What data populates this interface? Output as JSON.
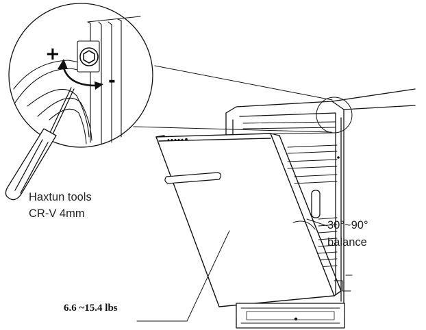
{
  "labels": {
    "plus_sign": "+",
    "minus_sign": "-",
    "tool_line1": "Haxtun tools",
    "tool_line2": "CR-V 4mm",
    "angle_line1": "30°~90°",
    "angle_line2": "balance",
    "weight": "6.6 ~15.4 lbs"
  },
  "icons": [
    "screwdriver-icon",
    "hex-bolt-icon",
    "rotate-arrow-icon"
  ],
  "colors": {
    "line": "#111111",
    "background": "#ffffff"
  }
}
